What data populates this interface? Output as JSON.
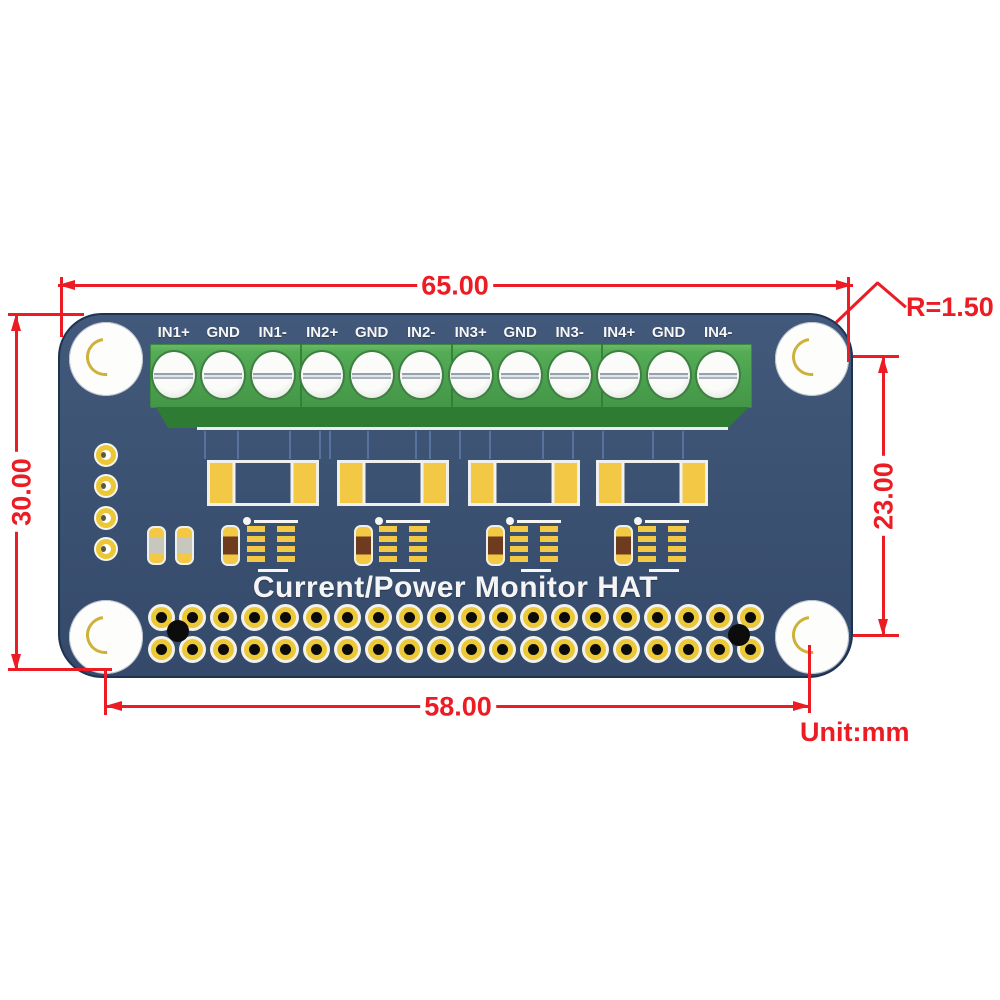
{
  "board": {
    "title": "Current/Power Monitor HAT",
    "pcb_color": "#3e5474",
    "silk_color": "#ffffff"
  },
  "terminal": {
    "labels": [
      "IN1+",
      "GND",
      "IN1-",
      "IN2+",
      "GND",
      "IN2-",
      "IN3+",
      "GND",
      "IN3-",
      "IN4+",
      "GND",
      "IN4-"
    ],
    "screw_count": 12,
    "block_count": 4,
    "body_color": "#4aa14d"
  },
  "gpio_header": {
    "rows": 2,
    "cols": 20
  },
  "side_hole_count": 4,
  "components": {
    "shunt_pad_count": 4,
    "channel_group_count": 4,
    "input_cap_count": 2
  },
  "dimensions": {
    "board_width": "65.00",
    "board_height": "30.00",
    "hole_spacing_vertical": "23.00",
    "hole_spacing_horizontal": "58.00",
    "corner_radius": "R=1.50",
    "unit": "Unit:mm",
    "annotation_color": "#eb1c24"
  }
}
